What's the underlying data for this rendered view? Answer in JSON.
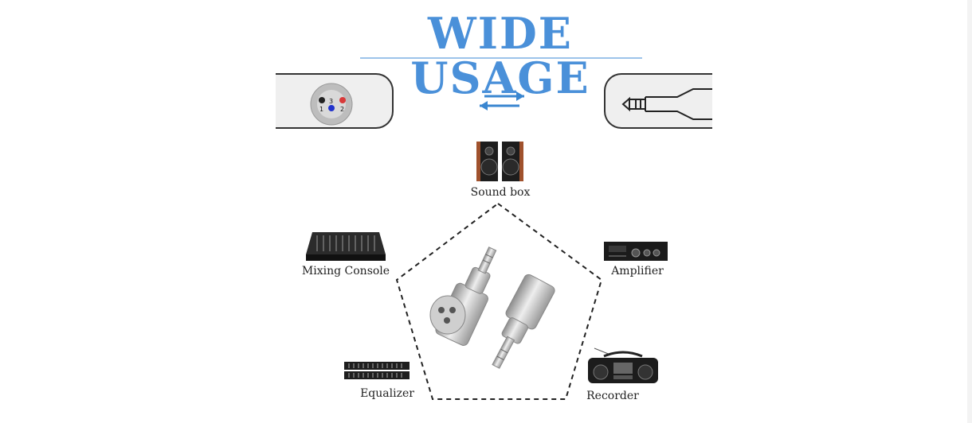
{
  "title": "WIDE USAGE",
  "xlr_pins": {
    "pin1": "1",
    "pin2": "2",
    "pin3": "3"
  },
  "devices": {
    "sound_box": "Sound box",
    "mixing_console": "Mixing Console",
    "amplifier": "Amplifier",
    "equalizer": "Equalizer",
    "recorder": "Recorder"
  },
  "colors": {
    "title": "#4a90d9",
    "arrow": "#3a86d0",
    "outline": "#333333"
  }
}
